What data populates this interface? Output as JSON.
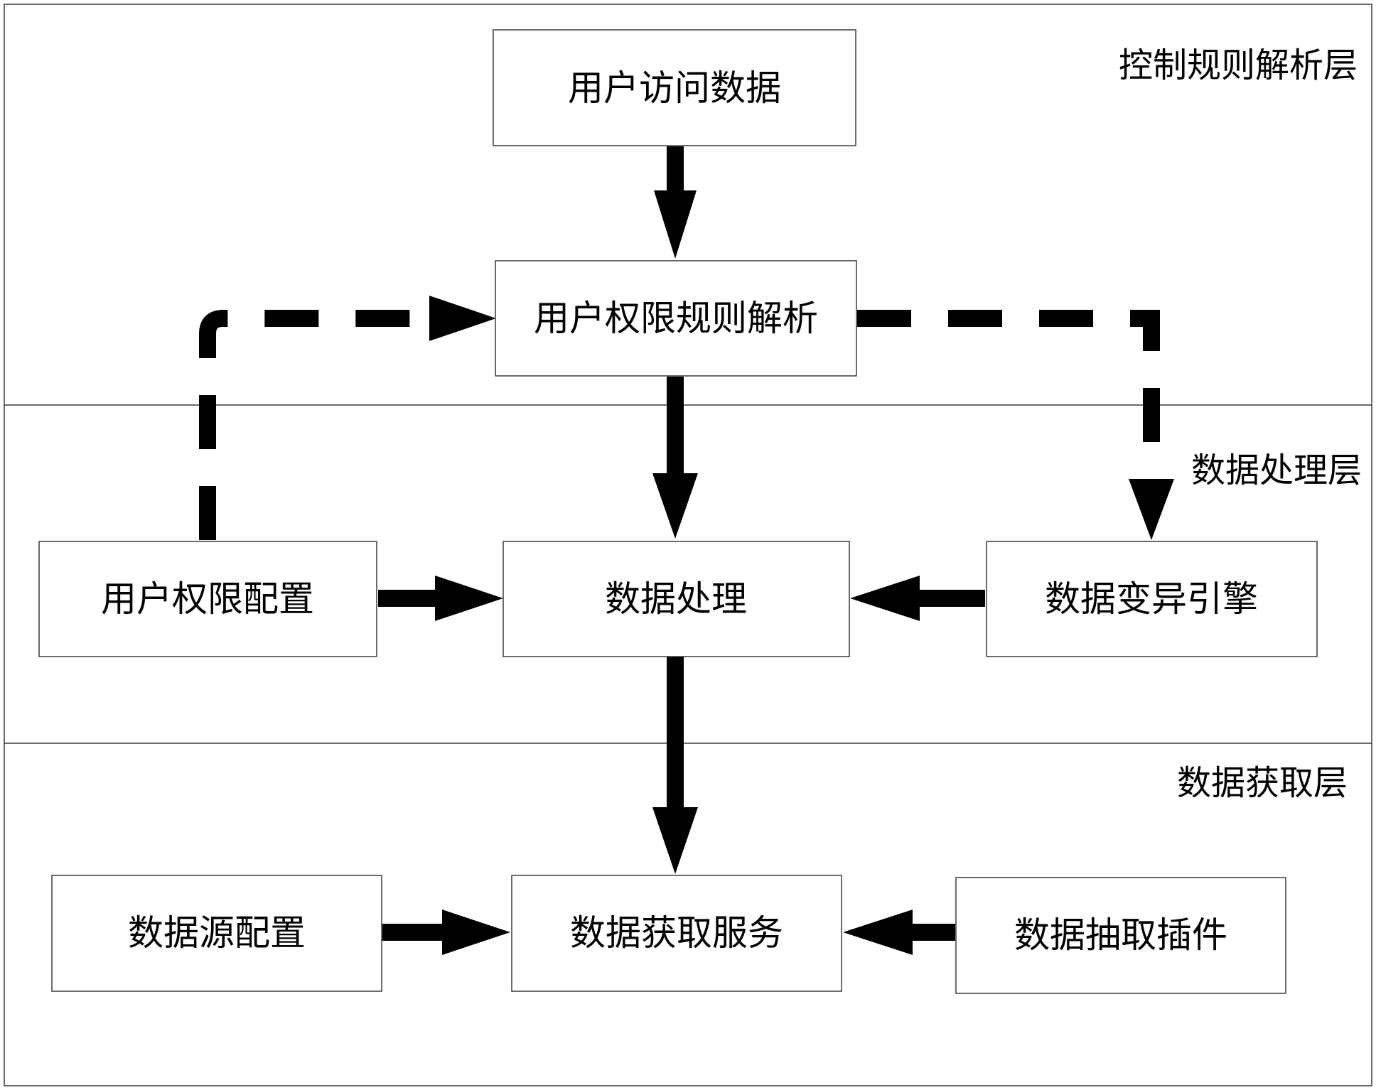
{
  "layers": {
    "control": {
      "label": "控制规则解析层"
    },
    "processing": {
      "label": "数据处理层"
    },
    "acquisition": {
      "label": "数据获取层"
    }
  },
  "nodes": {
    "user_access_data": "用户访问数据",
    "permission_rule_parsing": "用户权限规则解析",
    "permission_config": "用户权限配置",
    "data_processing": "数据处理",
    "mutation_engine": "数据变异引擎",
    "datasource_config": "数据源配置",
    "acquisition_service": "数据获取服务",
    "extraction_plugin": "数据抽取插件"
  },
  "edges": [
    {
      "from": "用户访问数据",
      "to": "用户权限规则解析",
      "style": "solid"
    },
    {
      "from": "用户权限配置",
      "to": "用户权限规则解析",
      "style": "dashed"
    },
    {
      "from": "用户权限规则解析",
      "to": "数据变异引擎",
      "style": "dashed"
    },
    {
      "from": "用户权限规则解析",
      "to": "数据处理",
      "style": "solid"
    },
    {
      "from": "用户权限配置",
      "to": "数据处理",
      "style": "solid"
    },
    {
      "from": "数据变异引擎",
      "to": "数据处理",
      "style": "solid"
    },
    {
      "from": "数据处理",
      "to": "数据获取服务",
      "style": "solid"
    },
    {
      "from": "数据源配置",
      "to": "数据获取服务",
      "style": "solid"
    },
    {
      "from": "数据抽取插件",
      "to": "数据获取服务",
      "style": "solid"
    }
  ],
  "colors": {
    "line": "#000000",
    "frame": "#3a3a3a",
    "background": "#ffffff"
  }
}
